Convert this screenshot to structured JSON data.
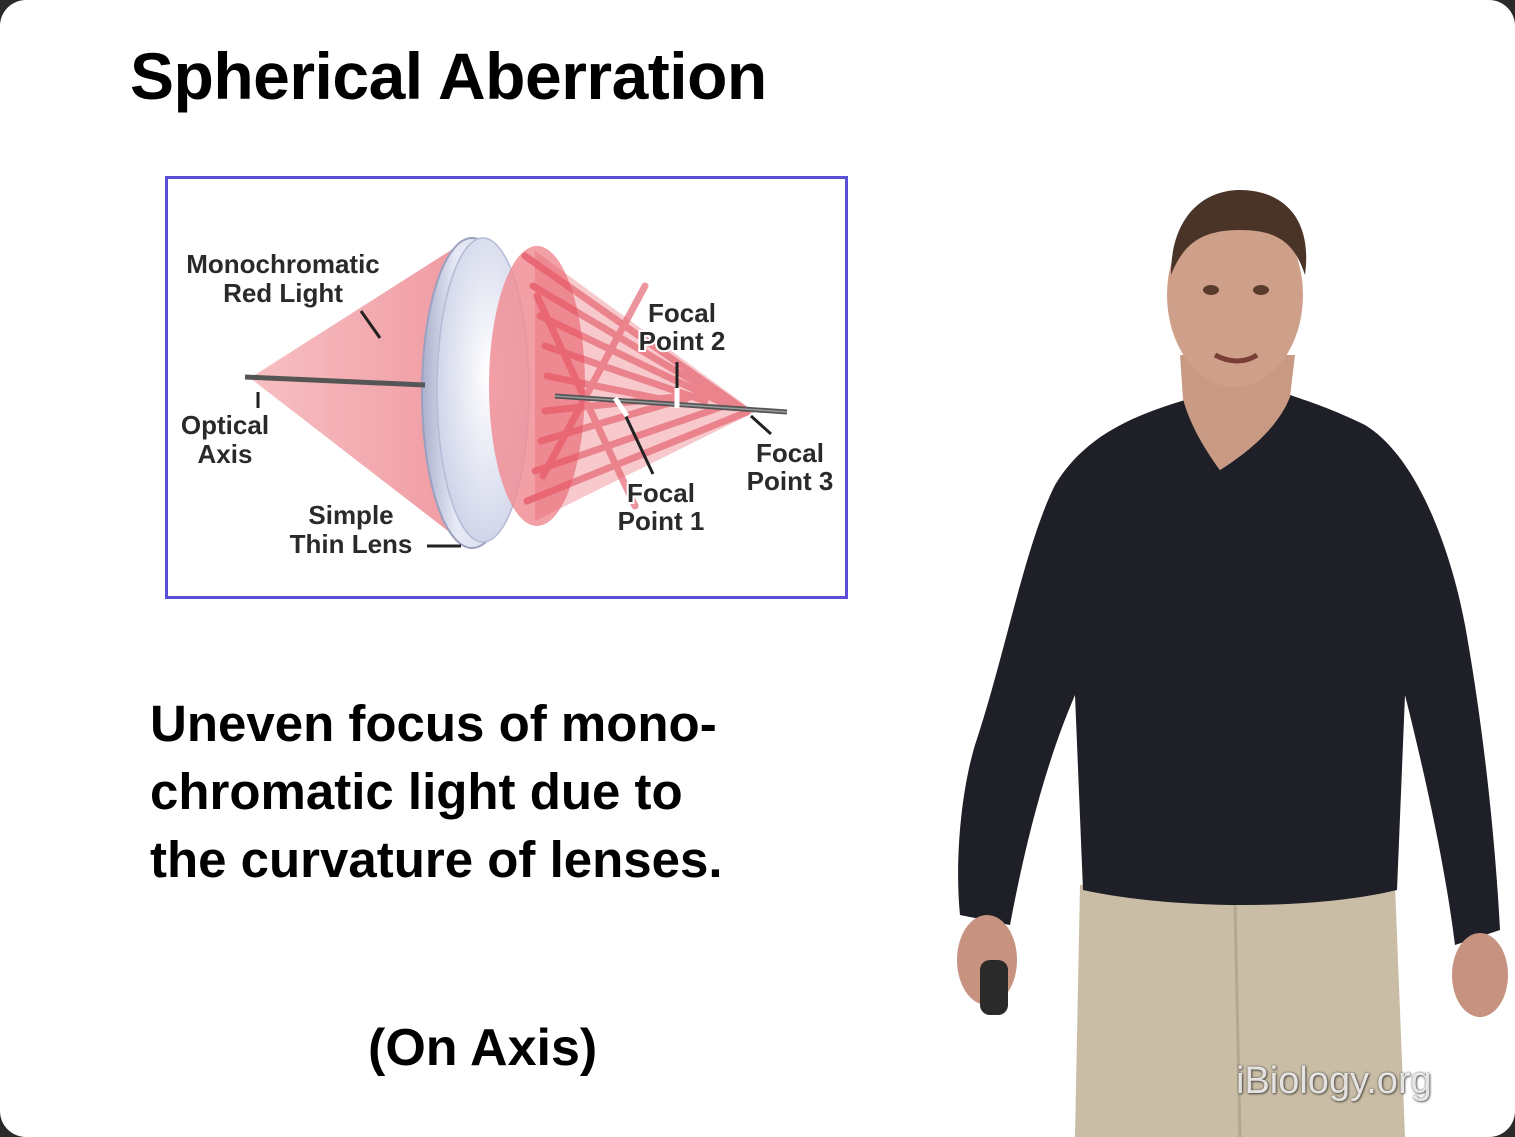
{
  "slide": {
    "title": "Spherical Aberration",
    "body_lines": [
      "Uneven focus of mono-",
      "chromatic light due to",
      "the curvature of lenses."
    ],
    "footnote": "(On Axis)"
  },
  "diagram": {
    "labels": {
      "light_line1": "Monochromatic",
      "light_line2": "Red Light",
      "axis_line1": "Optical",
      "axis_line2": "Axis",
      "lens_line1": "Simple",
      "lens_line2": "Thin Lens",
      "fp1_line1": "Focal",
      "fp1_line2": "Point 1",
      "fp2_line1": "Focal",
      "fp2_line2": "Point 2",
      "fp3_line1": "Focal",
      "fp3_line2": "Point 3"
    },
    "colors": {
      "border": "#5a4fd6",
      "light_cone": "#f2a0a6",
      "rays": "#e04050",
      "lens": "#d8dcee"
    }
  },
  "watermark": "iBiology.org"
}
